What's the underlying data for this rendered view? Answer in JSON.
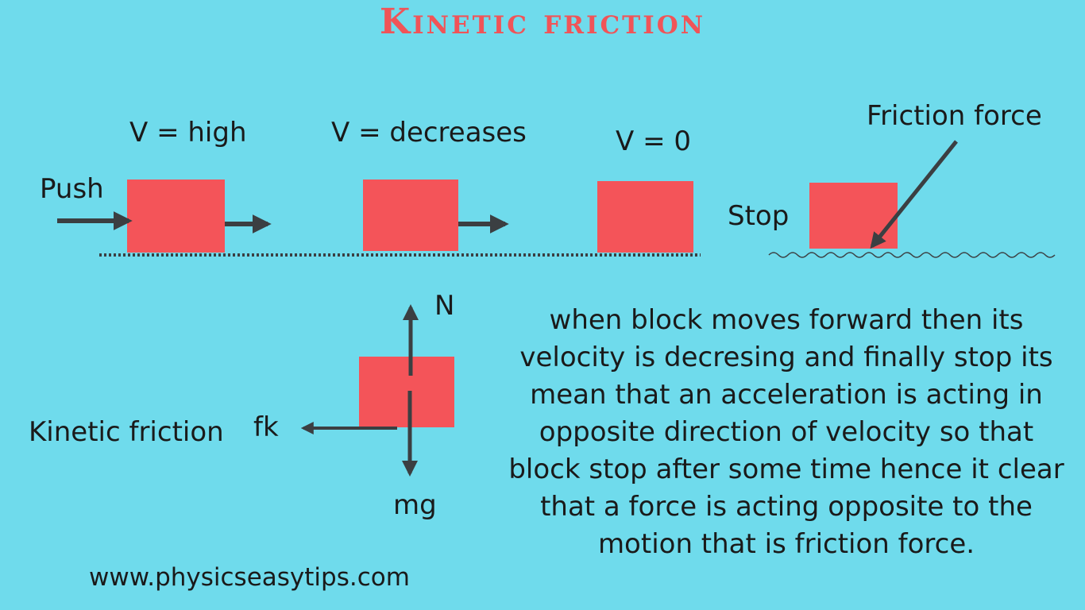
{
  "title": "Kinetic friction",
  "labels": {
    "push": "Push",
    "v_high": "V = high",
    "v_decreases": "V = decreases",
    "v_zero": "V = 0",
    "stop": "Stop",
    "friction_force": "Friction force",
    "normal": "N",
    "weight": "mg",
    "fk": "fk",
    "kinetic_friction": "Kinetic friction"
  },
  "explanation": "when block moves forward then its velocity is decresing and finally stop its mean that an acceleration is acting in opposite direction of velocity so that block stop after some time hence it clear that a force is acting opposite to the motion that is friction force.",
  "website": "www.physicseasytips.com",
  "colors": {
    "background": "#6fdbec",
    "block": "#f45459",
    "title": "#f05458",
    "arrow": "#3b3f42"
  }
}
